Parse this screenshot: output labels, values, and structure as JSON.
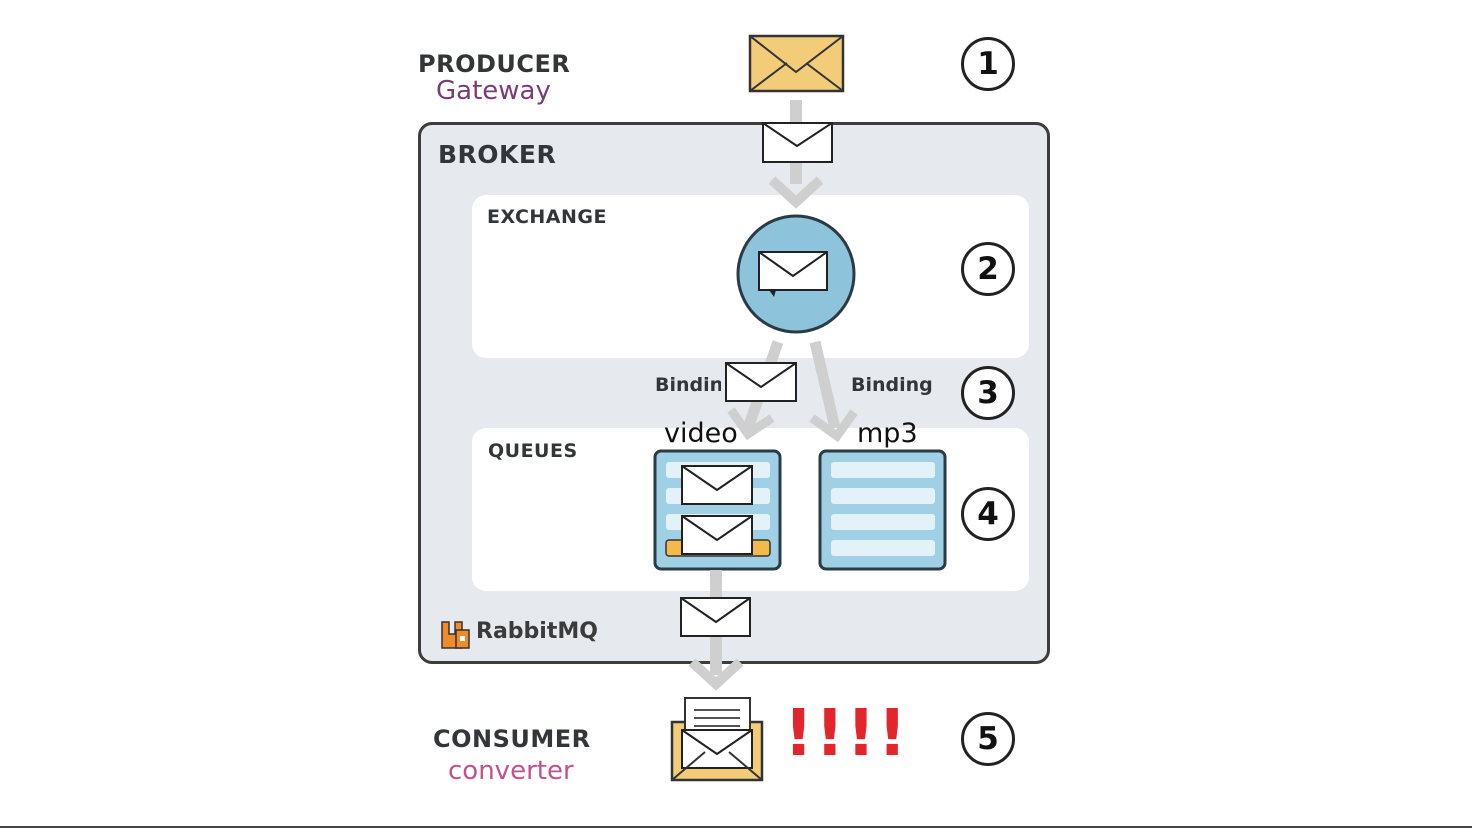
{
  "producer": {
    "title": "PRODUCER",
    "subtitle": "Gateway"
  },
  "broker": {
    "title": "BROKER",
    "brand": "RabbitMQ"
  },
  "exchange": {
    "title": "EXCHANGE"
  },
  "bindings": {
    "left": "Binding",
    "right": "Binding"
  },
  "queues": {
    "title": "QUEUES",
    "names": [
      "video",
      "mp3"
    ]
  },
  "consumer": {
    "title": "CONSUMER",
    "subtitle": "converter",
    "alert": "!!!!"
  },
  "steps": [
    "1",
    "2",
    "3",
    "4",
    "5"
  ],
  "colors": {
    "envelope": "#f3cc7a",
    "exchange_circle": "#8ec3dc",
    "queue_fill": "#cde7f3",
    "broker_bg": "#e6e9ee",
    "alert": "#e3262b",
    "producer_subtitle": "#7b3b75",
    "consumer_subtitle": "#c4518c",
    "brand": "#f08b2a"
  },
  "icons": [
    "envelope-icon",
    "exchange-icon",
    "queue-icon",
    "open-envelope-icon",
    "rabbitmq-logo-icon",
    "arrow-icon"
  ]
}
